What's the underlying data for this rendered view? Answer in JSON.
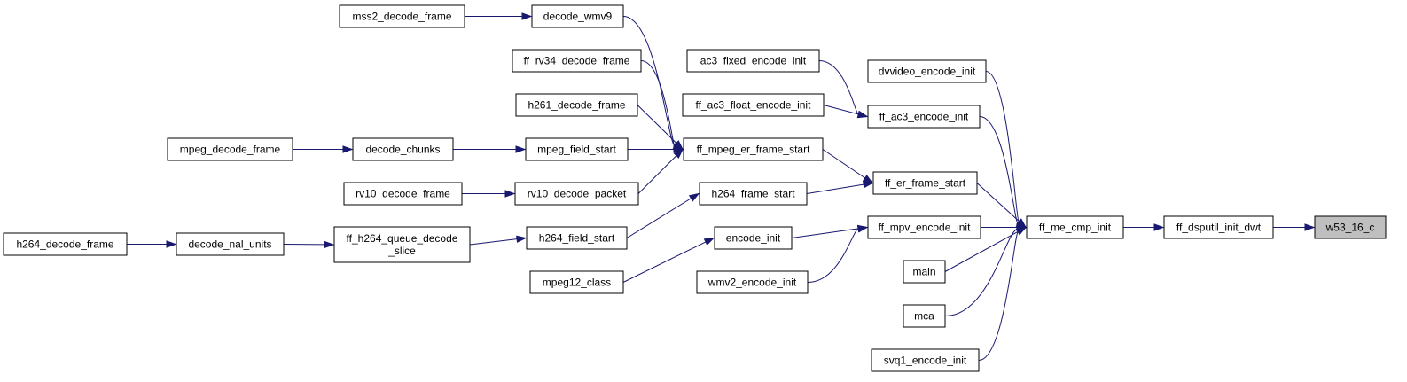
{
  "title": "",
  "colors": {
    "edge": "#191970",
    "node_border": "#000000",
    "node_fill": "#ffffff",
    "current_fill": "#bfbfbf"
  },
  "nodes": {
    "mss2_decode_frame": [
      "mss2_decode_frame"
    ],
    "decode_wmv9": [
      "decode_wmv9"
    ],
    "ff_rv34_decode_frame": [
      "ff_rv34_decode_frame"
    ],
    "h261_decode_frame": [
      "h261_decode_frame"
    ],
    "mpeg_decode_frame": [
      "mpeg_decode_frame"
    ],
    "decode_chunks": [
      "decode_chunks"
    ],
    "mpeg_field_start": [
      "mpeg_field_start"
    ],
    "rv10_decode_frame": [
      "rv10_decode_frame"
    ],
    "rv10_decode_packet": [
      "rv10_decode_packet"
    ],
    "h264_decode_frame": [
      "h264_decode_frame"
    ],
    "decode_nal_units": [
      "decode_nal_units"
    ],
    "ff_h264_queue_decode_slice": [
      "ff_h264_queue_decode",
      "_slice"
    ],
    "h264_field_start": [
      "h264_field_start"
    ],
    "mpeg12_class": [
      "mpeg12_class"
    ],
    "ff_mpeg_er_frame_start": [
      "ff_mpeg_er_frame_start"
    ],
    "h264_frame_start": [
      "h264_frame_start"
    ],
    "encode_init": [
      "encode_init"
    ],
    "wmv2_encode_init": [
      "wmv2_encode_init"
    ],
    "ac3_fixed_encode_init": [
      "ac3_fixed_encode_init"
    ],
    "ff_ac3_float_encode_init": [
      "ff_ac3_float_encode_init"
    ],
    "dvvideo_encode_init": [
      "dvvideo_encode_init"
    ],
    "ff_ac3_encode_init": [
      "ff_ac3_encode_init"
    ],
    "ff_er_frame_start": [
      "ff_er_frame_start"
    ],
    "ff_mpv_encode_init": [
      "ff_mpv_encode_init"
    ],
    "main": [
      "main"
    ],
    "mca": [
      "mca"
    ],
    "svq1_encode_init": [
      "svq1_encode_init"
    ],
    "ff_me_cmp_init": [
      "ff_me_cmp_init"
    ],
    "ff_dsputil_init_dwt": [
      "ff_dsputil_init_dwt"
    ],
    "w53_16_c": [
      "w53_16_c"
    ]
  },
  "edges": [
    [
      "mss2_decode_frame",
      "decode_wmv9"
    ],
    [
      "decode_wmv9",
      "ff_mpeg_er_frame_start"
    ],
    [
      "ff_rv34_decode_frame",
      "ff_mpeg_er_frame_start"
    ],
    [
      "h261_decode_frame",
      "ff_mpeg_er_frame_start"
    ],
    [
      "mpeg_decode_frame",
      "decode_chunks"
    ],
    [
      "decode_chunks",
      "mpeg_field_start"
    ],
    [
      "mpeg_field_start",
      "ff_mpeg_er_frame_start"
    ],
    [
      "rv10_decode_frame",
      "rv10_decode_packet"
    ],
    [
      "rv10_decode_packet",
      "ff_mpeg_er_frame_start"
    ],
    [
      "h264_decode_frame",
      "decode_nal_units"
    ],
    [
      "decode_nal_units",
      "ff_h264_queue_decode_slice"
    ],
    [
      "ff_h264_queue_decode_slice",
      "h264_field_start"
    ],
    [
      "h264_field_start",
      "h264_frame_start"
    ],
    [
      "mpeg12_class",
      "encode_init"
    ],
    [
      "encode_init",
      "ff_mpv_encode_init"
    ],
    [
      "wmv2_encode_init",
      "ff_mpv_encode_init"
    ],
    [
      "ff_mpeg_er_frame_start",
      "ff_er_frame_start"
    ],
    [
      "h264_frame_start",
      "ff_er_frame_start"
    ],
    [
      "ac3_fixed_encode_init",
      "ff_ac3_encode_init"
    ],
    [
      "ff_ac3_float_encode_init",
      "ff_ac3_encode_init"
    ],
    [
      "dvvideo_encode_init",
      "ff_me_cmp_init"
    ],
    [
      "ff_ac3_encode_init",
      "ff_me_cmp_init"
    ],
    [
      "ff_er_frame_start",
      "ff_me_cmp_init"
    ],
    [
      "ff_mpv_encode_init",
      "ff_me_cmp_init"
    ],
    [
      "main",
      "ff_me_cmp_init"
    ],
    [
      "mca",
      "ff_me_cmp_init"
    ],
    [
      "svq1_encode_init",
      "ff_me_cmp_init"
    ],
    [
      "ff_me_cmp_init",
      "ff_dsputil_init_dwt"
    ],
    [
      "ff_dsputil_init_dwt",
      "w53_16_c"
    ]
  ]
}
